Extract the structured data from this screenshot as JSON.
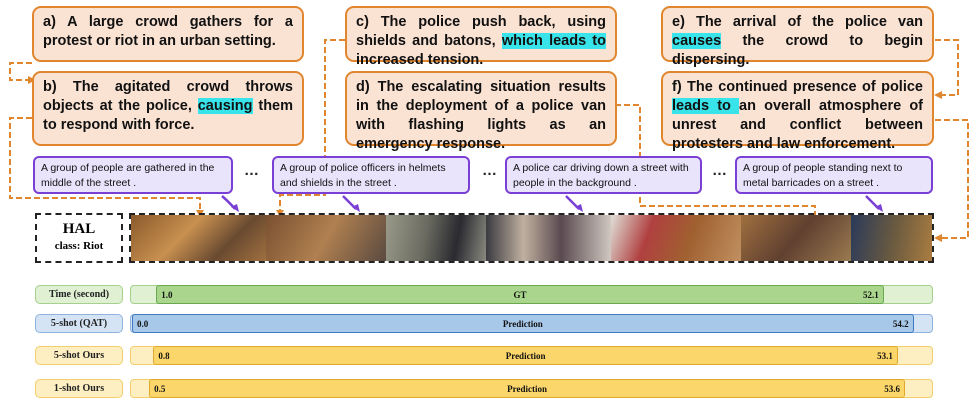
{
  "descriptions": [
    {
      "id": "a",
      "parts": [
        {
          "t": "a) A large crowd gathers for a protest or riot in an urban setting."
        }
      ]
    },
    {
      "id": "b",
      "parts": [
        {
          "t": "b) The agitated crowd throws objects at the police, "
        },
        {
          "t": "causing",
          "hl": true
        },
        {
          "t": " them to respond with force."
        }
      ]
    },
    {
      "id": "c",
      "parts": [
        {
          "t": "c) The police push back, using shields and batons, "
        },
        {
          "t": "which leads to",
          "hl": true
        },
        {
          "t": " increased tension."
        }
      ]
    },
    {
      "id": "d",
      "parts": [
        {
          "t": "d) The escalating situation results in the deployment of a police van with flashing lights as an emergency response."
        }
      ]
    },
    {
      "id": "e",
      "parts": [
        {
          "t": "e) The arrival of the police van "
        },
        {
          "t": "causes",
          "hl": true
        },
        {
          "t": " the crowd to begin dispersing."
        }
      ]
    },
    {
      "id": "f",
      "parts": [
        {
          "t": "f) The continued presence of police "
        },
        {
          "t": "leads to ",
          "hl": true
        },
        {
          "t": "an overall atmosphere of unrest and conflict between protesters and law enforcement."
        }
      ]
    }
  ],
  "captions": [
    "A group of people are gathered in the middle of the street .",
    "A group of police officers in helmets and shields in the street .",
    "A police car driving down a street with people in the background .",
    "A group of people standing next to metal barricades on a street ."
  ],
  "ellipsis": "…",
  "video": {
    "name": "HAL",
    "class_label": "class: Riot"
  },
  "timeline": [
    {
      "label": "Time (second)",
      "bar_text": "GT",
      "start": "1.0",
      "end": "52.1",
      "start_val": 1.0,
      "end_val": 52.1,
      "track_color": "#dff0d3",
      "track_border": "#a6d08e",
      "bar_color": "#a9d68c",
      "bar_border": "#6aa84f"
    },
    {
      "label": "5-shot (QAT)",
      "bar_text": "Prediction",
      "start": "0.0",
      "end": "54.2",
      "start_val": 0.0,
      "end_val": 54.2,
      "track_color": "#d5e4f5",
      "track_border": "#8fb3dc",
      "bar_color": "#a8c8ea",
      "bar_border": "#3f78c2"
    },
    {
      "label": "5-shot Ours",
      "bar_text": "Prediction",
      "start": "0.8",
      "end": "53.1",
      "start_val": 0.8,
      "end_val": 53.1,
      "track_color": "#fdefc2",
      "track_border": "#f2cf6a",
      "bar_color": "#fbd76b",
      "bar_border": "#e0a82a"
    },
    {
      "label": "1-shot Ours",
      "bar_text": "Prediction",
      "start": "0.5",
      "end": "53.6",
      "start_val": 0.5,
      "end_val": 53.6,
      "track_color": "#fdefc2",
      "track_border": "#f2cf6a",
      "bar_color": "#fbd76b",
      "bar_border": "#e0a82a"
    }
  ],
  "colors": {
    "orange": "#e0862f",
    "purple": "#7a3fd4",
    "highlight": "#38e3ea"
  }
}
